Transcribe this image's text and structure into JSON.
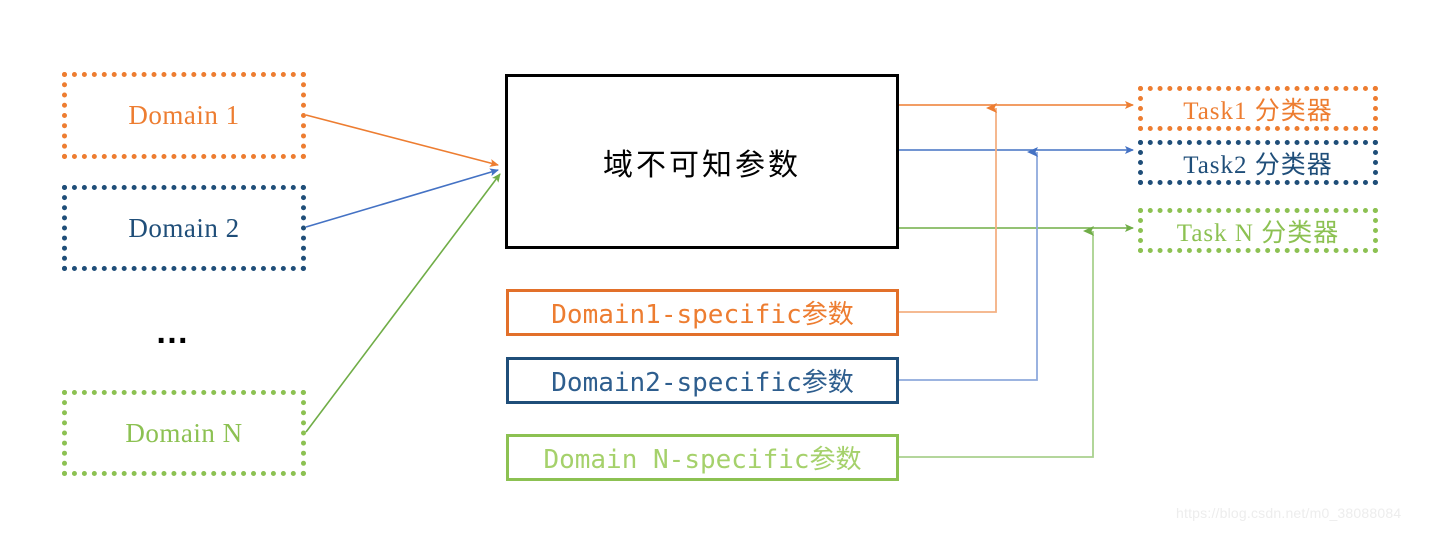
{
  "diagram": {
    "title_box": {
      "label": "域不可知参数",
      "color": "#000000"
    },
    "domains": [
      {
        "label": "Domain 1",
        "color": "#ED7D31",
        "name": "domain-1"
      },
      {
        "label": "Domain 2",
        "color": "#1F4E79",
        "name": "domain-2"
      },
      {
        "label": "Domain N",
        "color": "#8CC152",
        "name": "domain-n"
      }
    ],
    "ellipsis": "…",
    "params": [
      {
        "label": "Domain1-specific参数",
        "color": "#ED7D31",
        "name": "domain1-specific-params"
      },
      {
        "label": "Domain2-specific参数",
        "color": "#1F4E79",
        "name": "domain2-specific-params"
      },
      {
        "label": "Domain N-specific参数",
        "color": "#8CC152",
        "name": "domain-n-specific-params"
      }
    ],
    "tasks": [
      {
        "label": "Task1 分类器",
        "color": "#ED7D31",
        "name": "task-1-classifier"
      },
      {
        "label": "Task2 分类器",
        "color": "#1F4E79",
        "name": "task-2-classifier"
      },
      {
        "label": "Task N 分类器",
        "color": "#8CC152",
        "name": "task-n-classifier"
      }
    ],
    "colors": {
      "orange": "#ED7D31",
      "orange_light": "#F4B183",
      "navy": "#1F4E79",
      "blue": "#4472C4",
      "blue_light": "#8FAADC",
      "green": "#8CC152",
      "green_light": "#A9D18E",
      "black": "#000000"
    }
  },
  "watermark": {
    "text": "https://blog.csdn.net/m0_38088084"
  }
}
